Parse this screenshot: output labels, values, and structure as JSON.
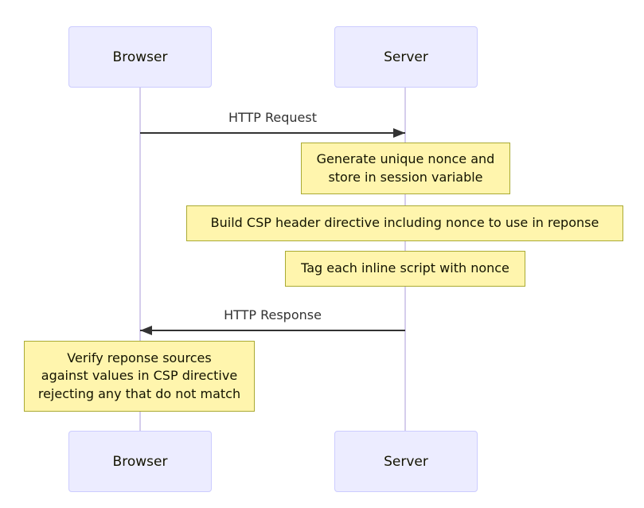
{
  "diagram": {
    "type": "sequence-diagram",
    "actors": [
      {
        "id": "browser",
        "label": "Browser"
      },
      {
        "id": "server",
        "label": "Server"
      }
    ],
    "messages": [
      {
        "from": "browser",
        "to": "server",
        "label": "HTTP Request",
        "arrow": "solid-right"
      },
      {
        "from": "server",
        "to": "browser",
        "label": "HTTP Response",
        "arrow": "solid-left"
      }
    ],
    "notes": [
      {
        "over": "server",
        "text": "Generate unique nonce and\nstore in session variable"
      },
      {
        "over": "server",
        "text": "Build CSP header directive including nonce to use in reponse"
      },
      {
        "over": "server",
        "text": "Tag each inline script with nonce"
      },
      {
        "over": "browser",
        "text": "Verify reponse sources\nagainst values in CSP directive\nrejecting any that do not match"
      }
    ]
  },
  "theme": {
    "bg": "#ffffff",
    "actor-fill": "#ececff",
    "actor-border": "#ccccff",
    "note-fill": "#fff5ad",
    "note-border": "#aaaa33",
    "line-color": "#333333",
    "msg-text": "#333333",
    "text-color": "#131300",
    "lifeline-color": "#d5cdec"
  }
}
